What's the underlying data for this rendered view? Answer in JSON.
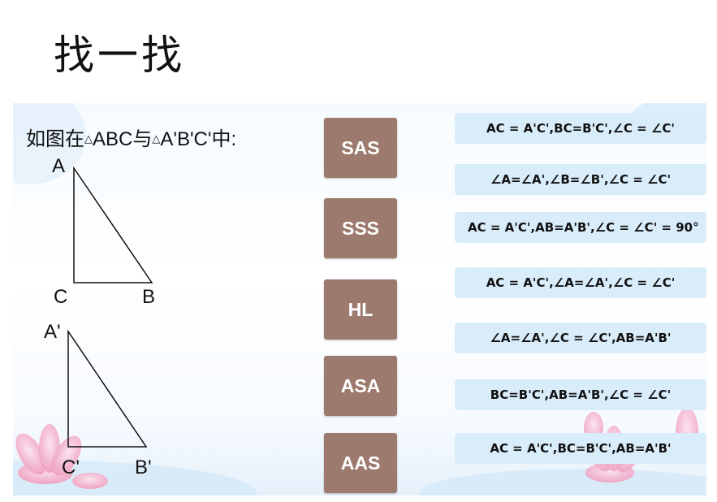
{
  "title": "找一找",
  "question": {
    "prefix": "如图在",
    "tri1": "△",
    "abc": "ABC与",
    "tri2": "△",
    "abc_prime": "A'B'C'中:"
  },
  "triangle1": {
    "a": "A",
    "b": "B",
    "c": "C"
  },
  "triangle2": {
    "a": "A'",
    "b": "B'",
    "c": "C'"
  },
  "criteria": [
    "SAS",
    "SSS",
    "HL",
    "ASA",
    "AAS"
  ],
  "conditions": [
    "AC = A'C',BC=B'C',∠C = ∠C'",
    "∠A=∠A',∠B=∠B',∠C = ∠C'",
    "AC = A'C',AB=A'B',∠C = ∠C' = 90°",
    "AC = A'C',∠A=∠A',∠C = ∠C'",
    "∠A=∠A',∠C = ∠C',AB=A'B'",
    "BC=B'C',AB=A'B',∠C = ∠C'",
    "AC = A'C',BC=B'C',AB=A'B'"
  ],
  "colors": {
    "button": "#9d7a6e",
    "option": "#d9ecfa"
  }
}
